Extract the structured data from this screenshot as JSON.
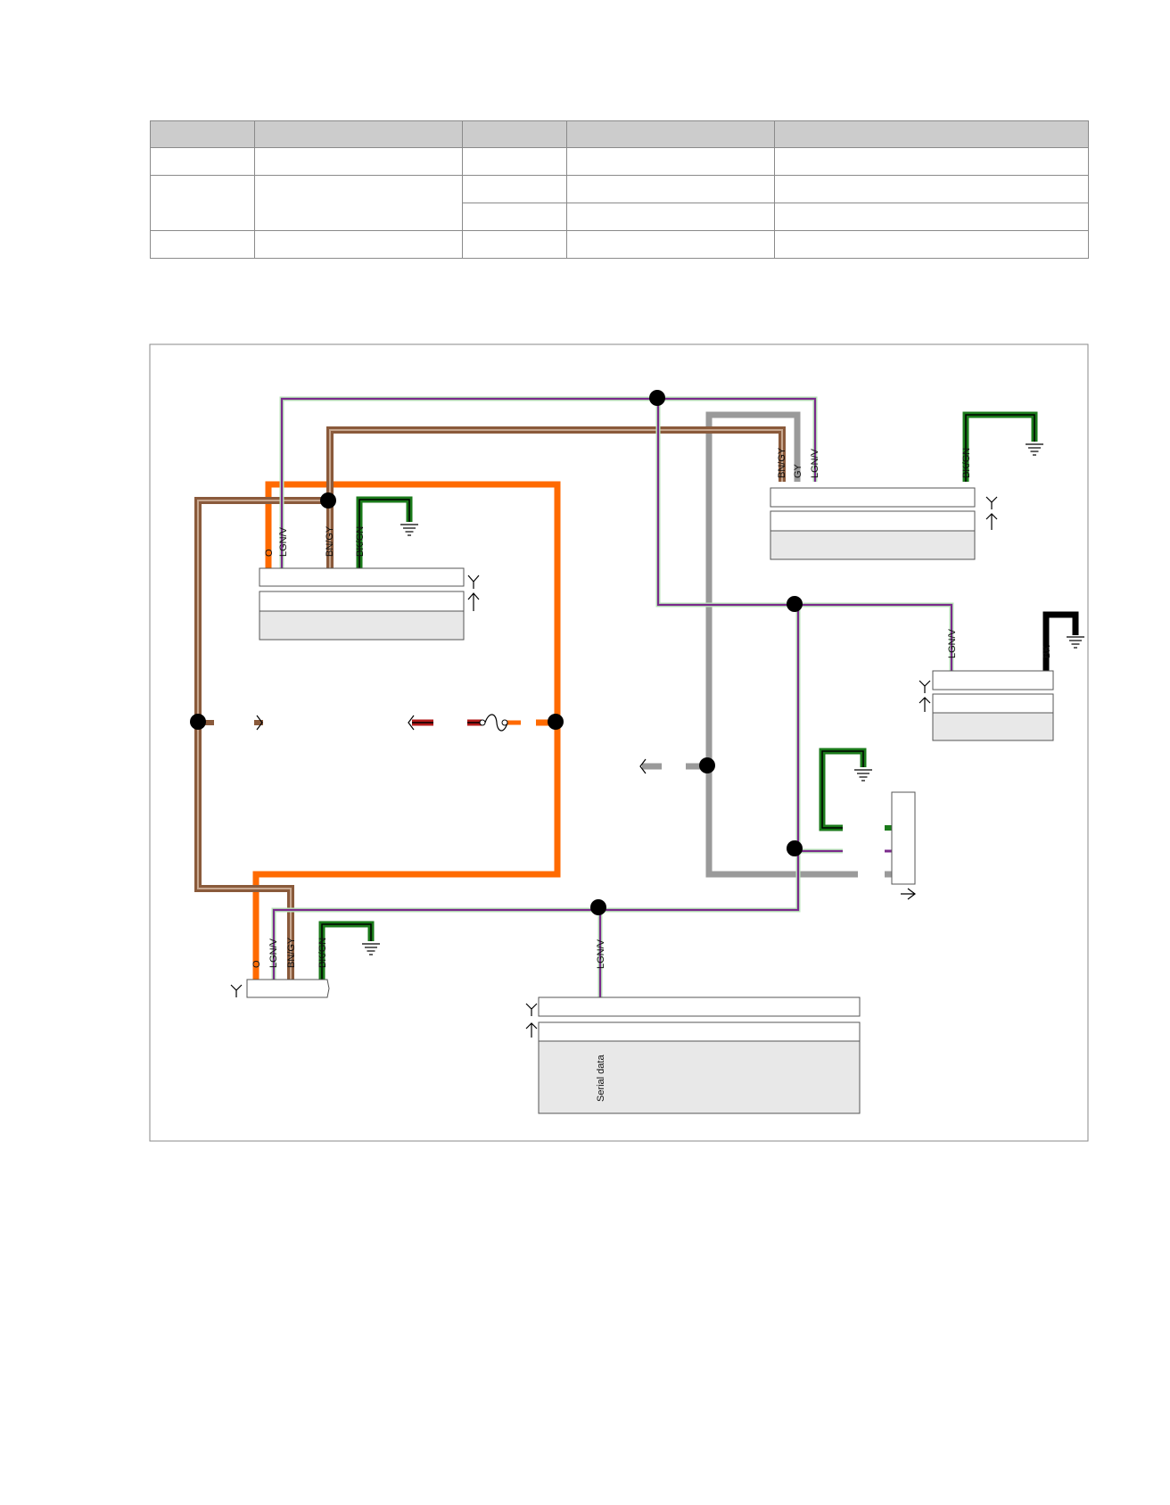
{
  "table": {
    "header": [
      "",
      "",
      "",
      "",
      ""
    ],
    "rows": [
      [
        "",
        "",
        "",
        "",
        ""
      ],
      [
        "",
        "",
        "",
        "",
        ""
      ],
      [
        "",
        "",
        "",
        "",
        ""
      ],
      [
        "",
        "",
        "",
        "",
        ""
      ]
    ]
  },
  "wire_colors": {
    "LGN/V": "#7b2a8c",
    "BN/GY": "#8a5a3b",
    "O": "#ff6a00",
    "BK/GN": "#1a7a1a",
    "GY": "#9a9a9a",
    "BK": "#000000"
  },
  "labels": {
    "c1_o": "O",
    "c1_lgnv": "LGN/V",
    "c1_bngy": "BN/GY",
    "c1_bkgn": "BK/GN",
    "c2_bngy": "BN/GY",
    "c2_gy": "GY",
    "c2_lgnv": "LGN/V",
    "c2_bkgn": "BK/GN",
    "c3_lgnv": "LGN/V",
    "c3_bk": "BK",
    "c4_o": "O",
    "c4_lgnv": "LGN/V",
    "c4_bngy": "BN/GY",
    "c4_bkgn": "BK/GN",
    "c5_lgnv": "LGN/V",
    "serial": "Serial data"
  },
  "icons": [
    "ground-icon",
    "fuse-icon",
    "connector-symbol-icon",
    "splice-dot-icon"
  ]
}
